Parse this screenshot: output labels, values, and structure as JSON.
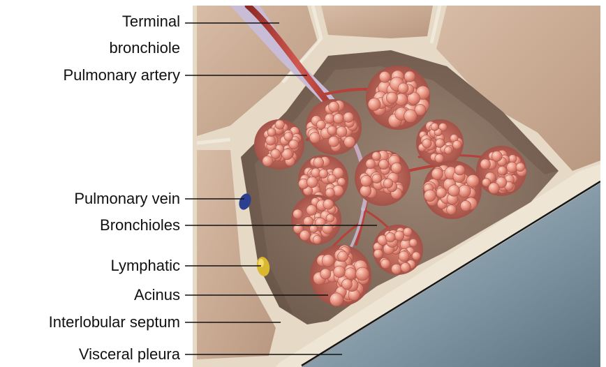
{
  "labels": {
    "terminal_bronchiole_line1": "Terminal",
    "terminal_bronchiole_line2": "bronchiole",
    "pulmonary_artery": "Pulmonary artery",
    "pulmonary_vein": "Pulmonary vein",
    "bronchioles": "Bronchioles",
    "lymphatic": "Lymphatic",
    "acinus": "Acinus",
    "interlobular_septum": "Interlobular septum",
    "visceral_pleura": "Visceral pleura"
  },
  "colors": {
    "background": "#ffffff",
    "septum": "#e8dccb",
    "lobule_tissue": "#c7a994",
    "chamber": "#8f7866",
    "acinus": "#e8917f",
    "alveolus_highlight": "#f7c9b8",
    "artery": "#b8403a",
    "vein": "#2a3f8f",
    "lymphatic": "#d9b82f",
    "bronchiole_pale": "#c9bcd6",
    "pleura": "#8fa4b0",
    "leader_line": "#111111"
  }
}
